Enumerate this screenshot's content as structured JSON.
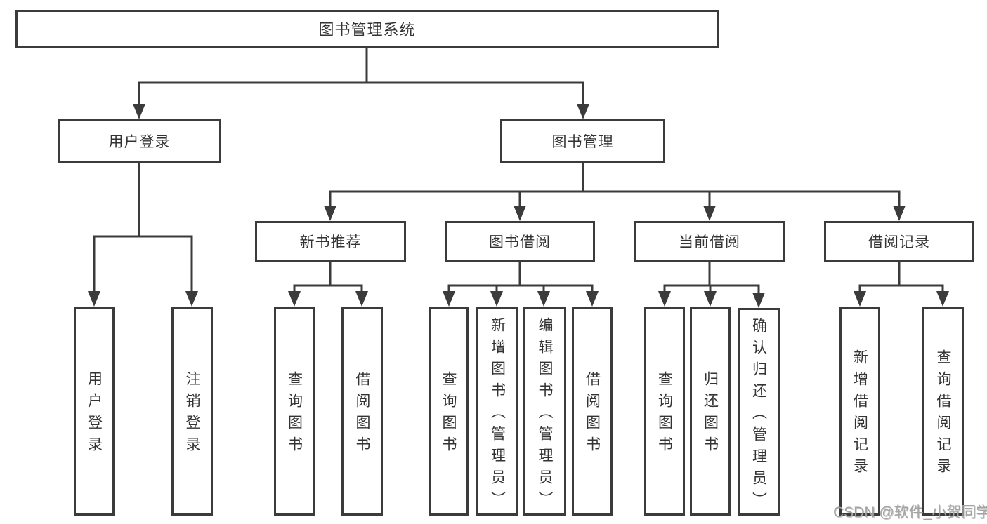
{
  "diagram": {
    "root": {
      "label": "图书管理系统"
    },
    "level1": [
      {
        "label": "用户登录",
        "parent": "图书管理系统"
      },
      {
        "label": "图书管理",
        "parent": "图书管理系统"
      }
    ],
    "level2": [
      {
        "label": "新书推荐",
        "parent": "图书管理"
      },
      {
        "label": "图书借阅",
        "parent": "图书管理"
      },
      {
        "label": "当前借阅",
        "parent": "图书管理"
      },
      {
        "label": "借阅记录",
        "parent": "图书管理"
      }
    ],
    "leaves": [
      {
        "label": "用户登录",
        "parent": "用户登录"
      },
      {
        "label": "注销登录",
        "parent": "用户登录"
      },
      {
        "label": "查询图书",
        "parent": "新书推荐"
      },
      {
        "label": "借阅图书",
        "parent": "新书推荐"
      },
      {
        "label": "查询图书",
        "parent": "图书借阅"
      },
      {
        "label": "新增图书（管理员）",
        "parent": "图书借阅"
      },
      {
        "label": "编辑图书（管理员）",
        "parent": "图书借阅"
      },
      {
        "label": "借阅图书",
        "parent": "图书借阅"
      },
      {
        "label": "查询图书",
        "parent": "当前借阅"
      },
      {
        "label": "归还图书",
        "parent": "当前借阅"
      },
      {
        "label": "确认归还（管理员）",
        "parent": "当前借阅"
      },
      {
        "label": "新增借阅记录",
        "parent": "借阅记录"
      },
      {
        "label": "查询借阅记录",
        "parent": "借阅记录"
      }
    ]
  },
  "watermark": {
    "text": "CSDN @软件_小贺同学"
  },
  "colors": {
    "line": "#3b3b3b",
    "box_border": "#3b3b3b",
    "text": "#333333",
    "background": "#ffffff",
    "watermark": "#a3a3a3"
  }
}
